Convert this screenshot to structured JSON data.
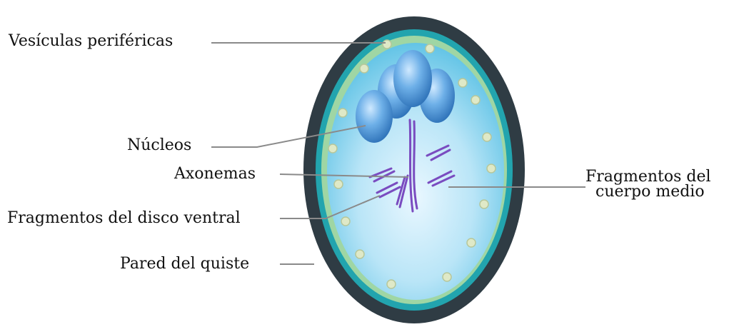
{
  "labels": {
    "vesiculas": "Vesículas periféricas",
    "nucleos": "Núcleos",
    "axonemas": "Axonemas",
    "disco": "Fragmentos del disco ventral",
    "pared": "Pared del quiste",
    "cuerpo_line1": "Fragmentos del",
    "cuerpo_line2": "cuerpo medio"
  },
  "colors": {
    "wall": "#2f3c44",
    "outer_teal": "#2aa7b0",
    "inner_rim": "#a9d6a6",
    "cytoplasm": "#8fd2ee",
    "nucleus": "#3d8fd1",
    "fibers": "#7a4cc0",
    "vesicle": "#dfe9c7"
  }
}
